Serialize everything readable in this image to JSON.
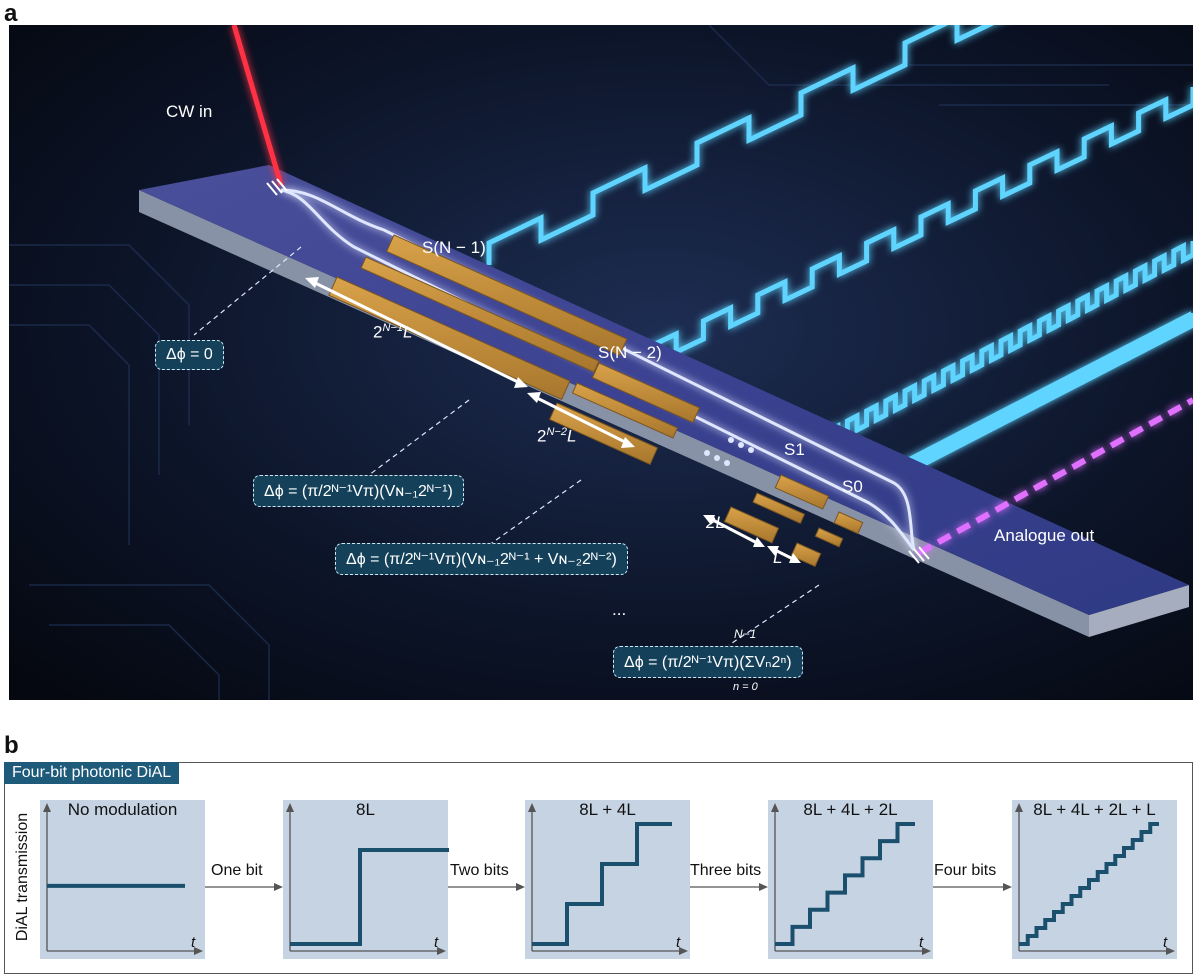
{
  "panel_a": {
    "letter": "a",
    "cw_in": "CW in",
    "analogue_out": "Analogue out",
    "sections": {
      "s_n1": "S(N − 1)",
      "s_n2": "S(N − 2)",
      "s1": "S1",
      "s0": "S0"
    },
    "lengths": {
      "l_n1_base": "2",
      "l_n1_sup": "N−1",
      "l_n1_unit": "L",
      "l_n2_base": "2",
      "l_n2_sup": "N−2",
      "l_n2_unit": "L",
      "two_l": "2L",
      "l": "L"
    },
    "phase_zero": "Δϕ = 0",
    "phase_1": "Δϕ = (π/2ᴺ⁻¹Vπ)(Vɴ₋₁2ᴺ⁻¹)",
    "phase_2": "Δϕ = (π/2ᴺ⁻¹Vπ)(Vɴ₋₁2ᴺ⁻¹ + Vɴ₋₂2ᴺ⁻²)",
    "phase_ellipsis": "...",
    "phase_n": "Δϕ = (π/2ᴺ⁻¹Vπ)(ΣVₙ2ⁿ)",
    "sum_top": "N−1",
    "sum_bottom": "n = 0"
  },
  "panel_b": {
    "letter": "b",
    "title": "Four-bit photonic DiAL",
    "ylabel": "DiAL transmission",
    "xaxis": "t",
    "plots": [
      {
        "title": "No modulation",
        "steps": 1
      },
      {
        "title": "8L",
        "steps": 2
      },
      {
        "title": "8L + 4L",
        "steps": 4
      },
      {
        "title": "8L + 4L + 2L",
        "steps": 8
      },
      {
        "title": "8L + 4L + 2L + L",
        "steps": 16
      }
    ],
    "arrows": [
      "One bit",
      "Two bits",
      "Three bits",
      "Four bits"
    ]
  },
  "colors": {
    "waveguide": "#cfd8ff",
    "electrode": "#c8923a",
    "laser_in": "#ff3344",
    "laser_out": "#e070ff",
    "signal": "#5fd4ff",
    "plot_bg": "#c5d3e3",
    "trace": "#1a4f6e"
  }
}
